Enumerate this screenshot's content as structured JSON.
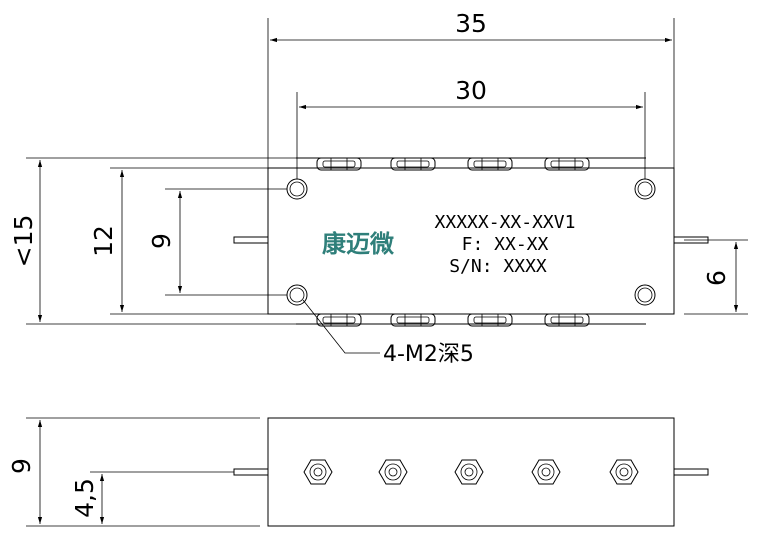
{
  "dimensions": {
    "overall_width": "35",
    "hole_spacing_x": "30",
    "overall_height": "<15",
    "body_height": "12",
    "hole_spacing_y": "9",
    "pin_offset": "6",
    "side_height": "9",
    "side_pin_height": "4,5"
  },
  "label": {
    "model": "XXXXX-XX-XXV1",
    "frequency": "F: XX-XX",
    "serial": "S/N: XXXX"
  },
  "brand_text": "康迈微",
  "hole_callout": "4-M2深5",
  "colors": {
    "brand": "#2f7f7a",
    "line": "#000000"
  }
}
